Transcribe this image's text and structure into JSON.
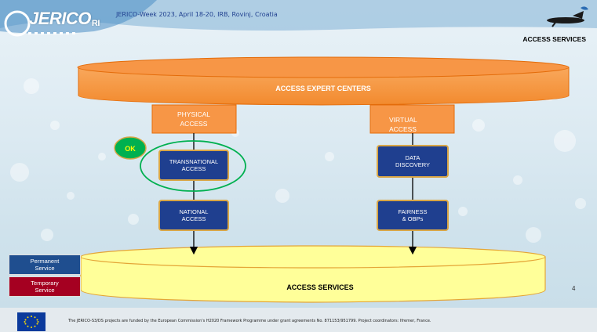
{
  "header": {
    "logo_text": "JERICO",
    "logo_suffix": "RI",
    "event": "JERICO-Week 2023, April 18-20, IRB, Rovinj, Croatia",
    "section_title": "ACCESS SERVICES"
  },
  "diagram": {
    "top_cylinder": "ACCESS EXPERT CENTERS",
    "physical_access": [
      "PHYSICAL",
      "ACCESS"
    ],
    "virtual_access": [
      "VIRTUAL",
      "ACCESS"
    ],
    "ok_badge": "OK",
    "transnational_access": [
      "TRANSNATIONAL",
      "ACCESS"
    ],
    "national_access": [
      "NATIONAL",
      "ACCESS"
    ],
    "data_discovery": [
      "DATA",
      "DISCOVERY"
    ],
    "fairness": [
      "FAIRNESS",
      "& OBPs"
    ],
    "bottom_cylinder": "ACCESS SERVICES"
  },
  "legend": {
    "permanent": [
      "Permanent",
      "Service"
    ],
    "temporary": [
      "Temporary",
      "Service"
    ]
  },
  "colors": {
    "orange": "#f79646",
    "orange_dark": "#e46c0a",
    "yellow": "#ffff99",
    "navy": "#1f3f8f",
    "gold_border": "#d9a646",
    "green": "#00b050",
    "dark_red": "#a50021",
    "permanent_blue": "#1f4e8f"
  },
  "page_number": "4",
  "footer": {
    "text": "The JERICO-S3/DS projects are funded by the European Commission's H2020 Framework Programme under grant agreements No. 871153/951799. Project coordinators: Ifremer, France."
  }
}
